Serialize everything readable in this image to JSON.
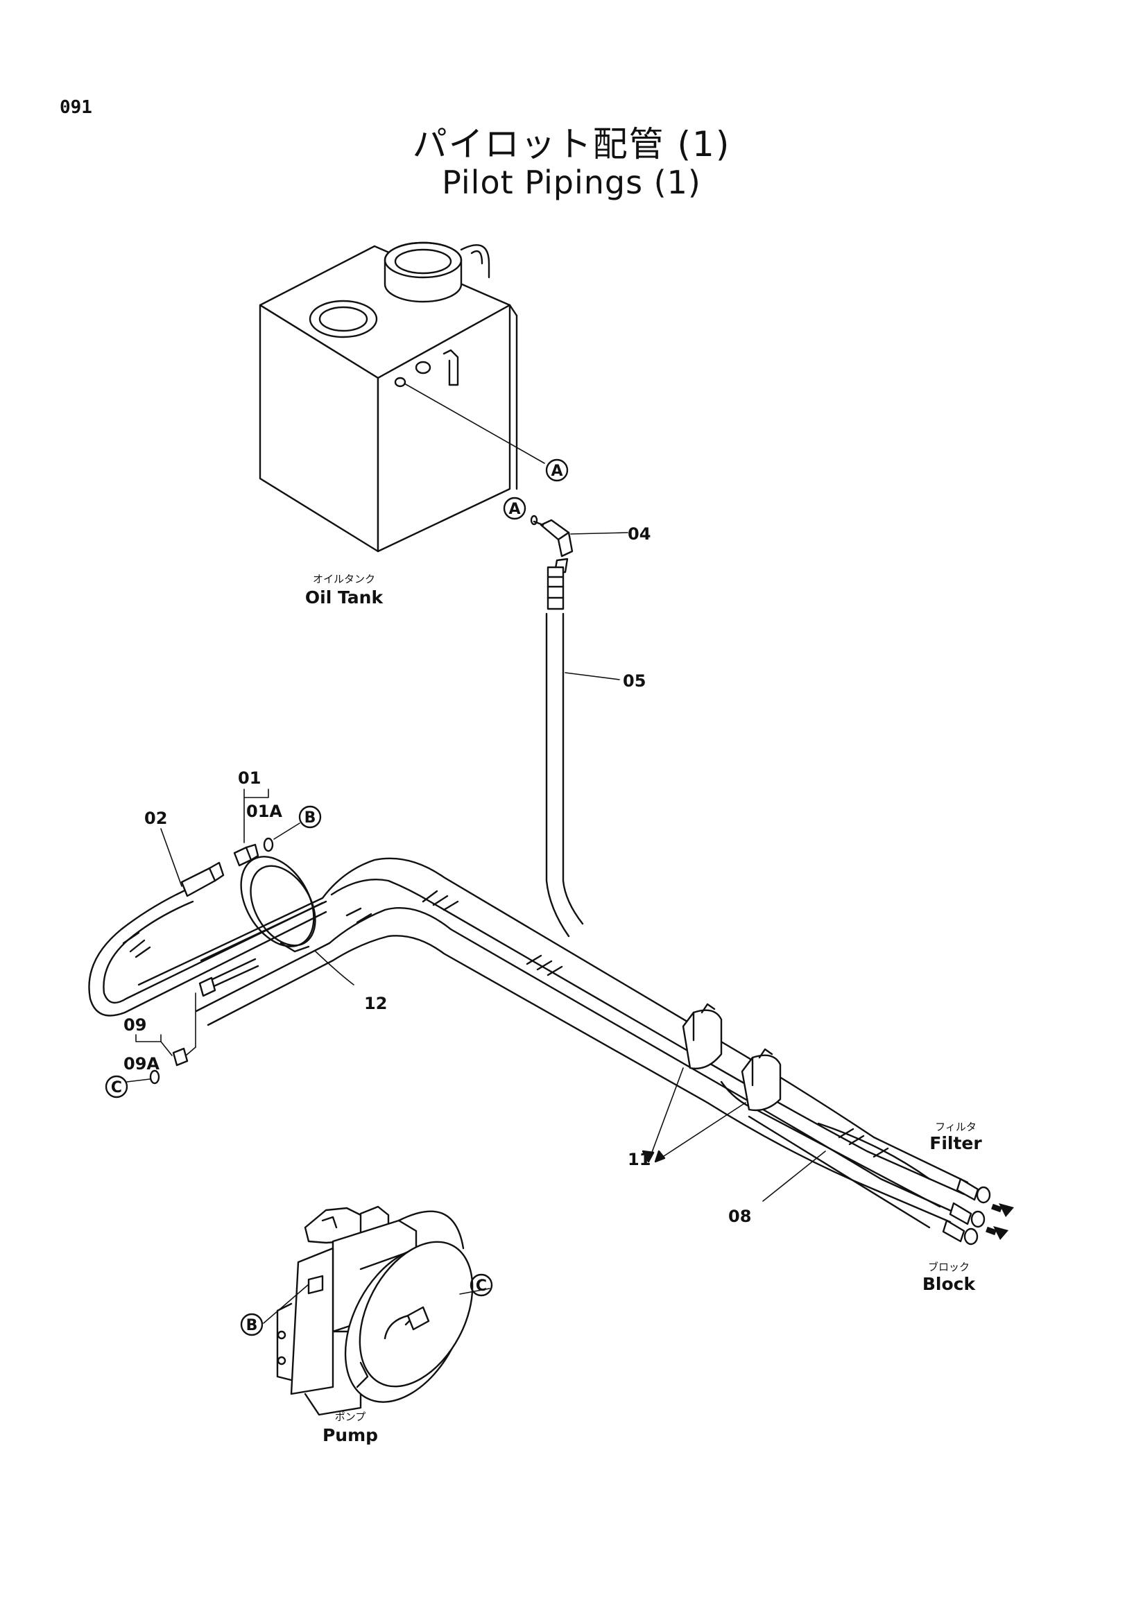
{
  "page_number": "091",
  "title_jp": "パイロット配管 (1)",
  "title_en": "Pilot Pipings (1)",
  "components": {
    "oil_tank": {
      "jp": "オイルタンク",
      "en": "Oil Tank"
    },
    "filter": {
      "jp": "フィルタ",
      "en": "Filter"
    },
    "block": {
      "jp": "ブロック",
      "en": "Block"
    },
    "pump": {
      "jp": "ポンプ",
      "en": "Pump"
    }
  },
  "connection_markers": {
    "a": "A",
    "b": "B",
    "c": "C"
  },
  "part_numbers": {
    "p01": "01",
    "p01a": "01A",
    "p02": "02",
    "p04": "04",
    "p05": "05",
    "p08": "08",
    "p09": "09",
    "p09a": "09A",
    "p11": "11",
    "p12": "12"
  }
}
